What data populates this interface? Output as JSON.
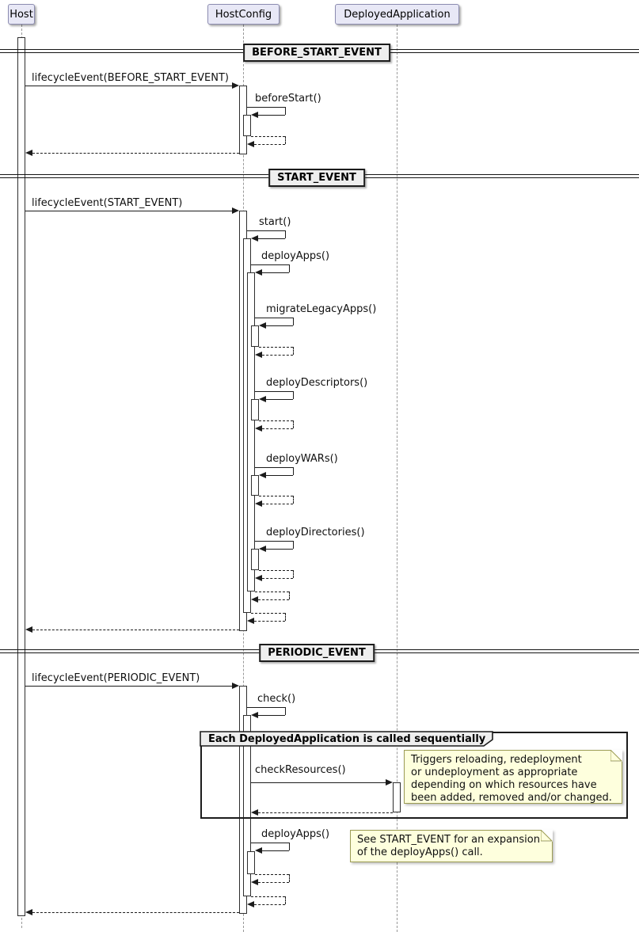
{
  "participants": {
    "host": "Host",
    "hostconfig": "HostConfig",
    "deployedapplication": "DeployedApplication"
  },
  "dividers": {
    "before_start": "BEFORE_START_EVENT",
    "start": "START_EVENT",
    "periodic": "PERIODIC_EVENT"
  },
  "messages": {
    "lifecycle_before_start_event": "lifecycleEvent(BEFORE_START_EVENT)",
    "before_start": "beforeStart()",
    "lifecycle_start_event": "lifecycleEvent(START_EVENT)",
    "start": "start()",
    "deploy_apps": "deployApps()",
    "migrate_legacy_apps": "migrateLegacyApps()",
    "deploy_descriptors": "deployDescriptors()",
    "deploy_wars": "deployWARs()",
    "deploy_directories": "deployDirectories()",
    "lifecycle_periodic_event": "lifecycleEvent(PERIODIC_EVENT)",
    "check": "check()",
    "check_resources": "checkResources()",
    "deploy_apps_periodic": "deployApps()"
  },
  "group": {
    "title": "Each DeployedApplication is called sequentially"
  },
  "notes": {
    "check_resources": {
      "line1": "Triggers reloading, redeployment",
      "line2": "or undeployment as appropriate",
      "line3": "depending on which resources have",
      "line4": "been added, removed and/or changed."
    },
    "deploy_apps": {
      "line1": "See START_EVENT for an expansion",
      "line2": "of the deployApps() call."
    }
  },
  "colors": {
    "participant_fill": "#E8E8F6",
    "participant_border": "#8C8CB0",
    "note_fill": "#FEFFDD",
    "note_border": "#9C9C55",
    "divider_fill": "#EEEEEE",
    "line": "#1B1B1B",
    "lifeline": "#999999"
  }
}
